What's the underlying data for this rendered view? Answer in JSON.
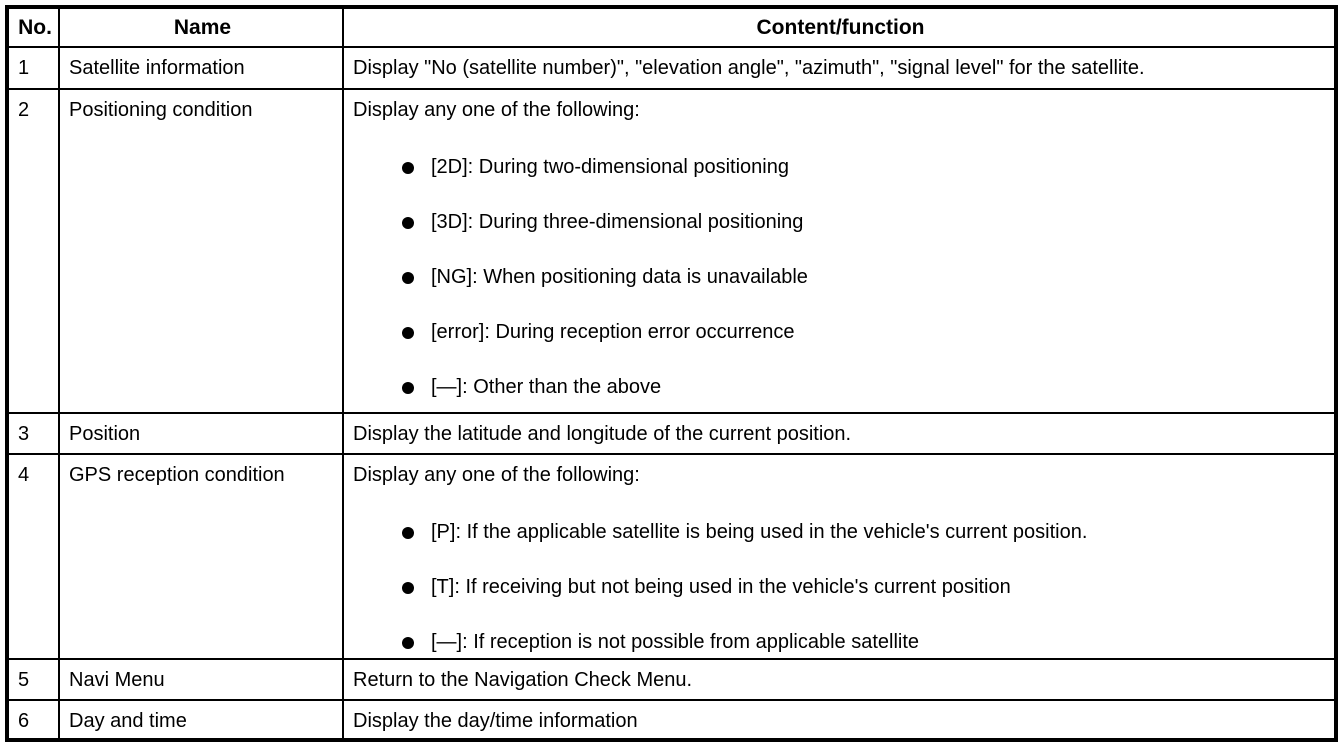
{
  "table": {
    "headers": {
      "no": "No.",
      "name": "Name",
      "content": "Content/function"
    },
    "rows": [
      {
        "no": "1",
        "name": "Satellite information",
        "intro": "Display \"No (satellite number)\", \"elevation angle\", \"azimuth\", \"signal level\" for the satellite.",
        "bullets": []
      },
      {
        "no": "2",
        "name": "Positioning condition",
        "intro": "Display any one of the following:",
        "bullets": [
          "[2D]: During two-dimensional positioning",
          "[3D]: During three-dimensional positioning",
          "[NG]: When positioning data is unavailable",
          "[error]: During reception error occurrence",
          "[—]: Other than the above"
        ]
      },
      {
        "no": "3",
        "name": "Position",
        "intro": "Display the latitude and longitude of the current position.",
        "bullets": []
      },
      {
        "no": "4",
        "name": "GPS reception condition",
        "intro": "Display any one of the following:",
        "bullets": [
          "[P]: If the applicable satellite is being used in the vehicle's current position.",
          "[T]: If receiving but not being used in the vehicle's current position",
          "[—]: If reception is not possible from applicable satellite"
        ]
      },
      {
        "no": "5",
        "name": "Navi Menu",
        "intro": "Return to the Navigation Check Menu.",
        "bullets": []
      },
      {
        "no": "6",
        "name": "Day and time",
        "intro": "Display the day/time information",
        "bullets": []
      }
    ]
  }
}
